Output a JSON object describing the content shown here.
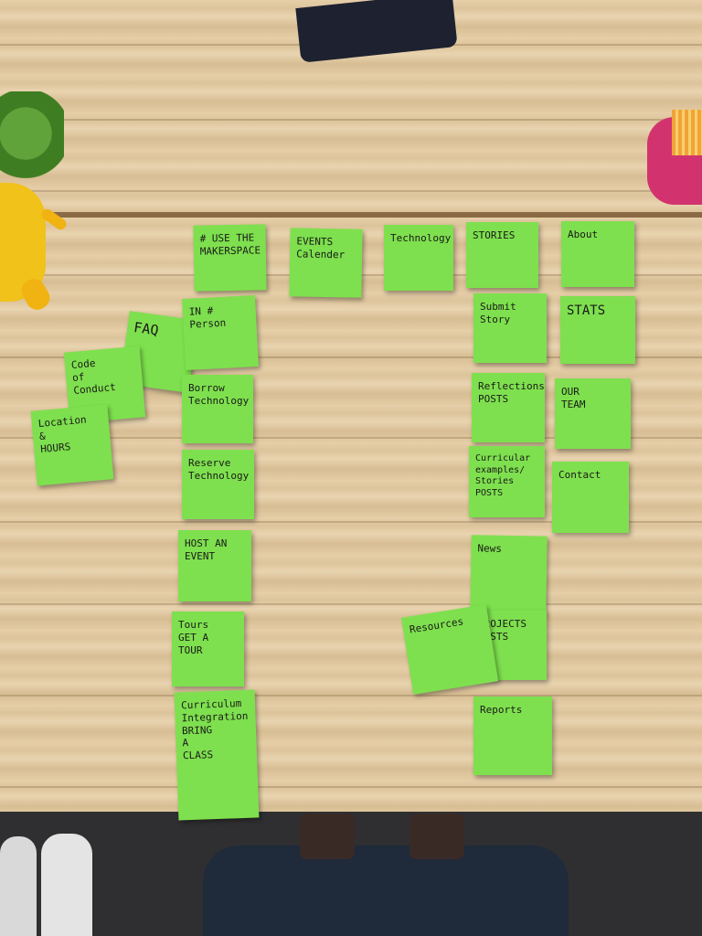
{
  "notes": {
    "use_makerspace": "# USE THE\nMAKERSPACE",
    "events_calendar": "EVENTS\nCalender",
    "technology": "Technology",
    "stories": "STORIES",
    "about": "About",
    "faq": "FAQ",
    "in_person": "IN #\nPerson",
    "submit_story": "Submit\nStory",
    "stats": "STATS",
    "code_of_conduct": "Code\nof\nConduct",
    "borrow_technology": "Borrow\nTechnology",
    "reflections_posts": "Reflections\nPOSTS",
    "our_team": "OUR\nTEAM",
    "location_hours": "Location\n&\nHOURS",
    "reserve_technology": "Reserve\nTechnology",
    "curricular_examples": "Curricular\nexamples/\nStories\nPOSTS",
    "contact": "Contact",
    "host_an_event": "HOST AN\nEVENT",
    "news": "News",
    "tours": "Tours\nGET A\nTOUR",
    "resources": "Resources",
    "projects_posts": "PROJECTS\nPOSTS",
    "reports": "Reports",
    "curriculum_integration": "Curriculum\nIntegration\nBRING\nA\nCLASS"
  },
  "colors": {
    "sticky_note": "#7ee04e",
    "table_wood": "#e2c9a2",
    "floor": "#2e2e2e"
  }
}
